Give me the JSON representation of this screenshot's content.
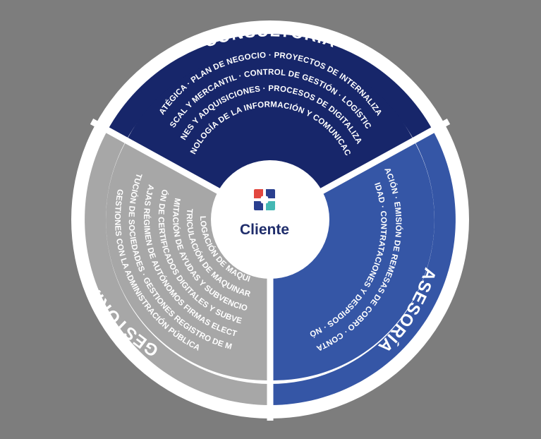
{
  "center": {
    "label": "Cliente"
  },
  "colors": {
    "background": "#7d7d7d",
    "consultoria": "#17266a",
    "asesoria": "#3556a6",
    "gestoria": "#a7a7a7",
    "white": "#ffffff",
    "logo_red": "#e2473f",
    "logo_blue": "#2a3f8f",
    "logo_teal": "#44b8b4"
  },
  "sections": {
    "consultoria": {
      "title": "CONSULTORÍA",
      "lines": [
        "ESTRATÉGICA · PLAN DE NEGOCIO · PROYECTOS DE INTERNALIZACIÓN",
        "FISCAL Y MERCANTIL · CONTROL DE GESTIÓN · LOGÍSTICA",
        "FUSIONES Y ADQUISICIONES · PROCESOS DE DIGITALIZACIÓN",
        "TECNOLOGÍA DE LA INFORMACIÓN Y COMUNICACIÓN"
      ]
    },
    "asesoria": {
      "title": "ASESORÍA",
      "lines": [
        "FACTURACIÓN · EMISIÓN DE REMESAS DE COBRO · CONTABILIDAD",
        "FISCALIDAD · CONTRATACIONES Y DESPIDOS · NÓMINAS"
      ]
    },
    "gestoria": {
      "title": "GESTORÍA",
      "lines": [
        "GESTIONES CON LA ADMINISTRACIÓN PÚBLICA",
        "CONSTITUCIÓN DE SOCIEDADES · GESTIONES REGISTRO DE MARCAS",
        "ALTAS Y BAJAS RÉGIMEN DE AUTÓNOMOS FIRMAS ELECTRÓNICAS",
        "OBTENCIÓN DE CERTIFICADOS DIGITALES Y SUBVENCIONES",
        "TRAMITACIÓN DE AYUDAS Y SUBVENCIONES",
        "MATRICULACIÓN DE MAQUINARIA",
        "HOMOLOGACIÓN DE MAQUINARIA"
      ]
    }
  }
}
